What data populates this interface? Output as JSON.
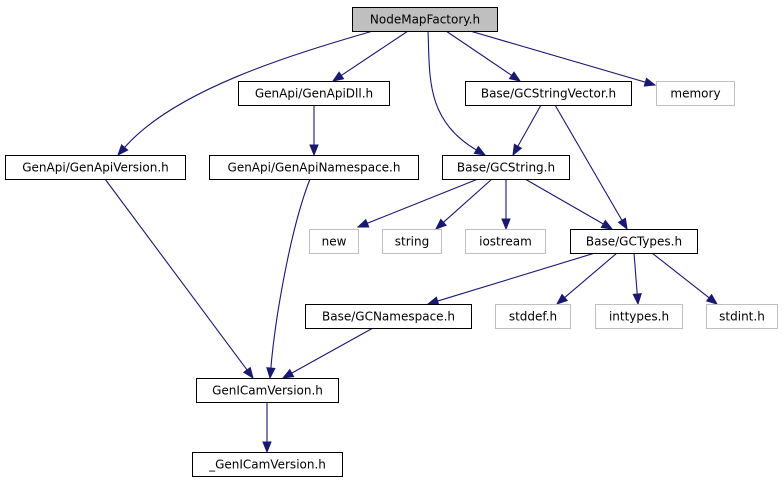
{
  "diagram": {
    "title": "NodeMapFactory.h include dependency graph",
    "colors": {
      "edge": "#191970",
      "root_fill": "#bfbfbf",
      "node_border": "#000000",
      "external_border": "#bfbfbf",
      "background": "#ffffff"
    },
    "nodes": [
      {
        "id": "root",
        "label": "NodeMapFactory.h",
        "kind": "root"
      },
      {
        "id": "genapidll",
        "label": "GenApi/GenApiDll.h",
        "kind": "file"
      },
      {
        "id": "gcstringvector",
        "label": "Base/GCStringVector.h",
        "kind": "file"
      },
      {
        "id": "memory",
        "label": "memory",
        "kind": "external"
      },
      {
        "id": "genapiversion",
        "label": "GenApi/GenApiVersion.h",
        "kind": "file"
      },
      {
        "id": "genapinamespace",
        "label": "GenApi/GenApiNamespace.h",
        "kind": "file"
      },
      {
        "id": "gcstring",
        "label": "Base/GCString.h",
        "kind": "file"
      },
      {
        "id": "new",
        "label": "new",
        "kind": "external"
      },
      {
        "id": "string",
        "label": "string",
        "kind": "external"
      },
      {
        "id": "iostream",
        "label": "iostream",
        "kind": "external"
      },
      {
        "id": "gctypes",
        "label": "Base/GCTypes.h",
        "kind": "file"
      },
      {
        "id": "gcnamespace",
        "label": "Base/GCNamespace.h",
        "kind": "file"
      },
      {
        "id": "stddef",
        "label": "stddef.h",
        "kind": "external"
      },
      {
        "id": "inttypes",
        "label": "inttypes.h",
        "kind": "external"
      },
      {
        "id": "stdint",
        "label": "stdint.h",
        "kind": "external"
      },
      {
        "id": "genicamversion",
        "label": "GenICamVersion.h",
        "kind": "file"
      },
      {
        "id": "_genicamversion",
        "label": "_GenICamVersion.h",
        "kind": "file"
      }
    ],
    "edges": [
      {
        "from": "root",
        "to": "genapiversion"
      },
      {
        "from": "root",
        "to": "genapidll"
      },
      {
        "from": "root",
        "to": "gcstring"
      },
      {
        "from": "root",
        "to": "gcstringvector"
      },
      {
        "from": "root",
        "to": "memory"
      },
      {
        "from": "genapidll",
        "to": "genapinamespace"
      },
      {
        "from": "gcstringvector",
        "to": "gcstring"
      },
      {
        "from": "gcstringvector",
        "to": "gctypes"
      },
      {
        "from": "genapiversion",
        "to": "genicamversion"
      },
      {
        "from": "genapinamespace",
        "to": "genicamversion"
      },
      {
        "from": "gcstring",
        "to": "new"
      },
      {
        "from": "gcstring",
        "to": "string"
      },
      {
        "from": "gcstring",
        "to": "iostream"
      },
      {
        "from": "gcstring",
        "to": "gctypes"
      },
      {
        "from": "gctypes",
        "to": "gcnamespace"
      },
      {
        "from": "gctypes",
        "to": "stddef"
      },
      {
        "from": "gctypes",
        "to": "inttypes"
      },
      {
        "from": "gctypes",
        "to": "stdint"
      },
      {
        "from": "gcnamespace",
        "to": "genicamversion"
      },
      {
        "from": "genicamversion",
        "to": "_genicamversion"
      }
    ]
  }
}
